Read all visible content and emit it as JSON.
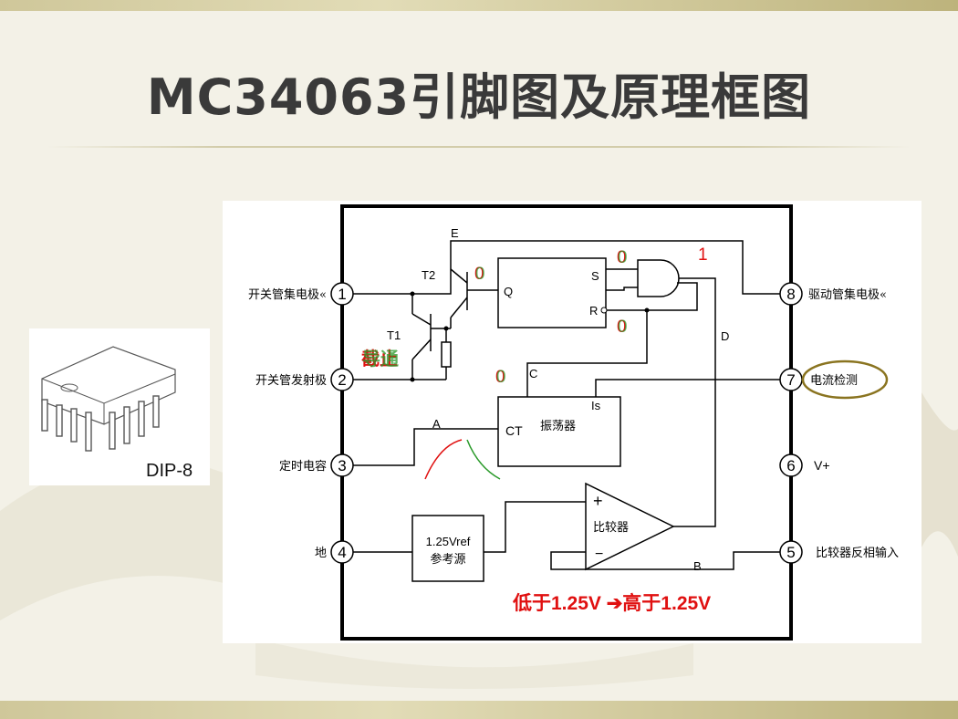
{
  "title": "MC34063引脚图及原理框图",
  "package_label": "DIP-8",
  "pins": {
    "p1": {
      "num": "1",
      "label": "开关管集电极«"
    },
    "p2": {
      "num": "2",
      "label": "开关管发射极"
    },
    "p3": {
      "num": "3",
      "label": "定时电容"
    },
    "p4": {
      "num": "4",
      "label": "地"
    },
    "p5": {
      "num": "5",
      "label": "比较器反相输入"
    },
    "p6": {
      "num": "6",
      "label": "V+"
    },
    "p7": {
      "num": "7",
      "label": "电流检测"
    },
    "p8": {
      "num": "8",
      "label": "驱动管集电极«"
    }
  },
  "blocks": {
    "flipflop": {
      "s": "S",
      "r": "R",
      "q": "Q"
    },
    "oscillator": {
      "ct": "CT",
      "name": "振荡器",
      "is": "Is"
    },
    "comparator": {
      "plus": "+",
      "minus": "−",
      "name": "比较器"
    },
    "reference": {
      "line1": "1.25Vref",
      "line2": "参考源"
    }
  },
  "nodes": {
    "e": "E",
    "a": "A",
    "b": "B",
    "c": "C",
    "d": "D",
    "t1": "T1",
    "t2": "T2"
  },
  "states": {
    "t2_base": "0",
    "and_in": "0",
    "and_out": "1",
    "reset": "0",
    "c_node": "0",
    "t1_state": "截止",
    "t1_state_overlay": "导通"
  },
  "caption": "低于1.25V ➔高于1.25V",
  "colors": {
    "accent_red": "#e01010",
    "state_green": "#2a9a2a",
    "ellipse": "#8a7420"
  }
}
